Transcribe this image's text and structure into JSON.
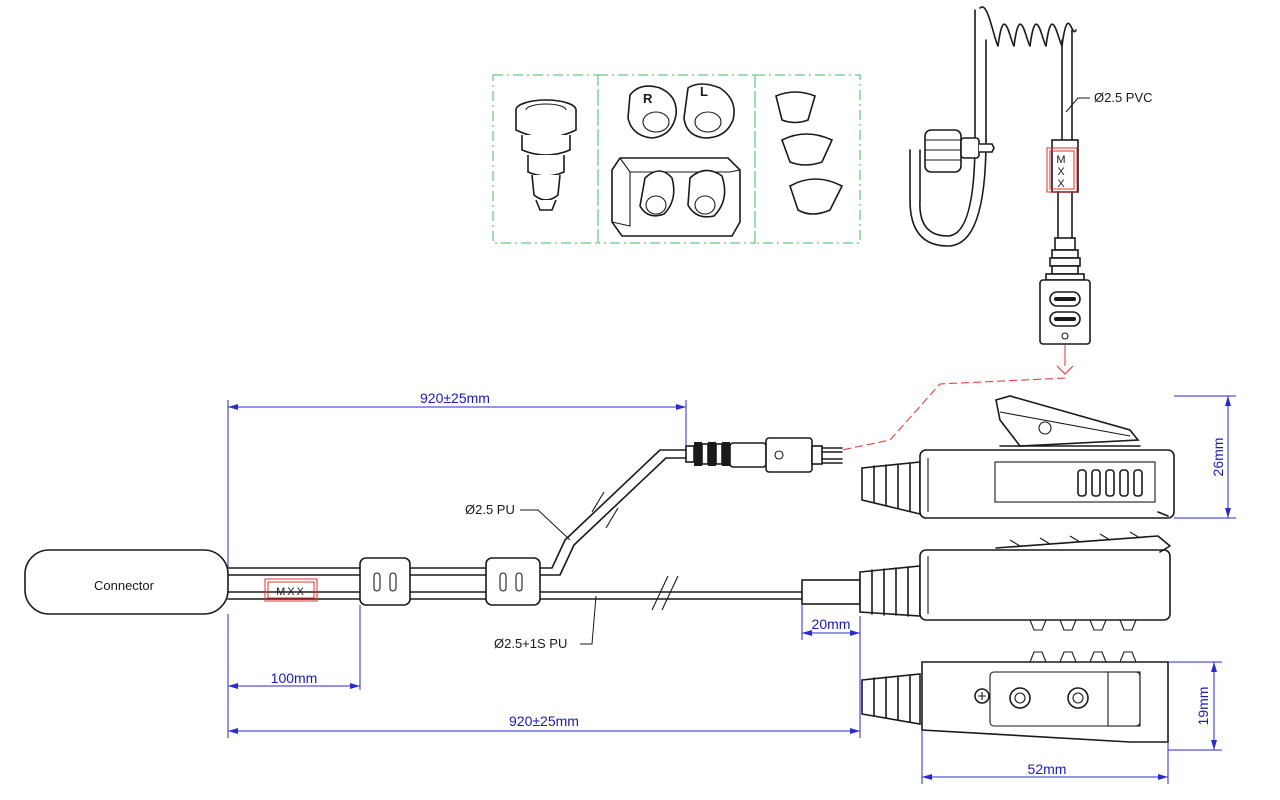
{
  "connector_label": "Connector",
  "marker_text": "MXX",
  "marker_text_vertical": [
    "M",
    "X",
    "X"
  ],
  "earpiece_letters": {
    "right": "R",
    "left": "L"
  },
  "cable_labels": {
    "pu": "Ø2.5 PU",
    "pu_1s": "Ø2.5+1S PU",
    "pvc": "Ø2.5 PVC"
  },
  "dimensions": {
    "top_length": "920±25mm",
    "bottom_length": "920±25mm",
    "split": "100mm",
    "strain": "20mm",
    "ptt_height_top": "26mm",
    "ptt_height_bottom": "19mm",
    "ptt_width": "52mm"
  },
  "colors": {
    "dimension_line": "#2a2ad0",
    "dimension_text": "#1a1ab0",
    "marker_outline": "#e23030",
    "detail_frame": "#3fbf5f"
  }
}
